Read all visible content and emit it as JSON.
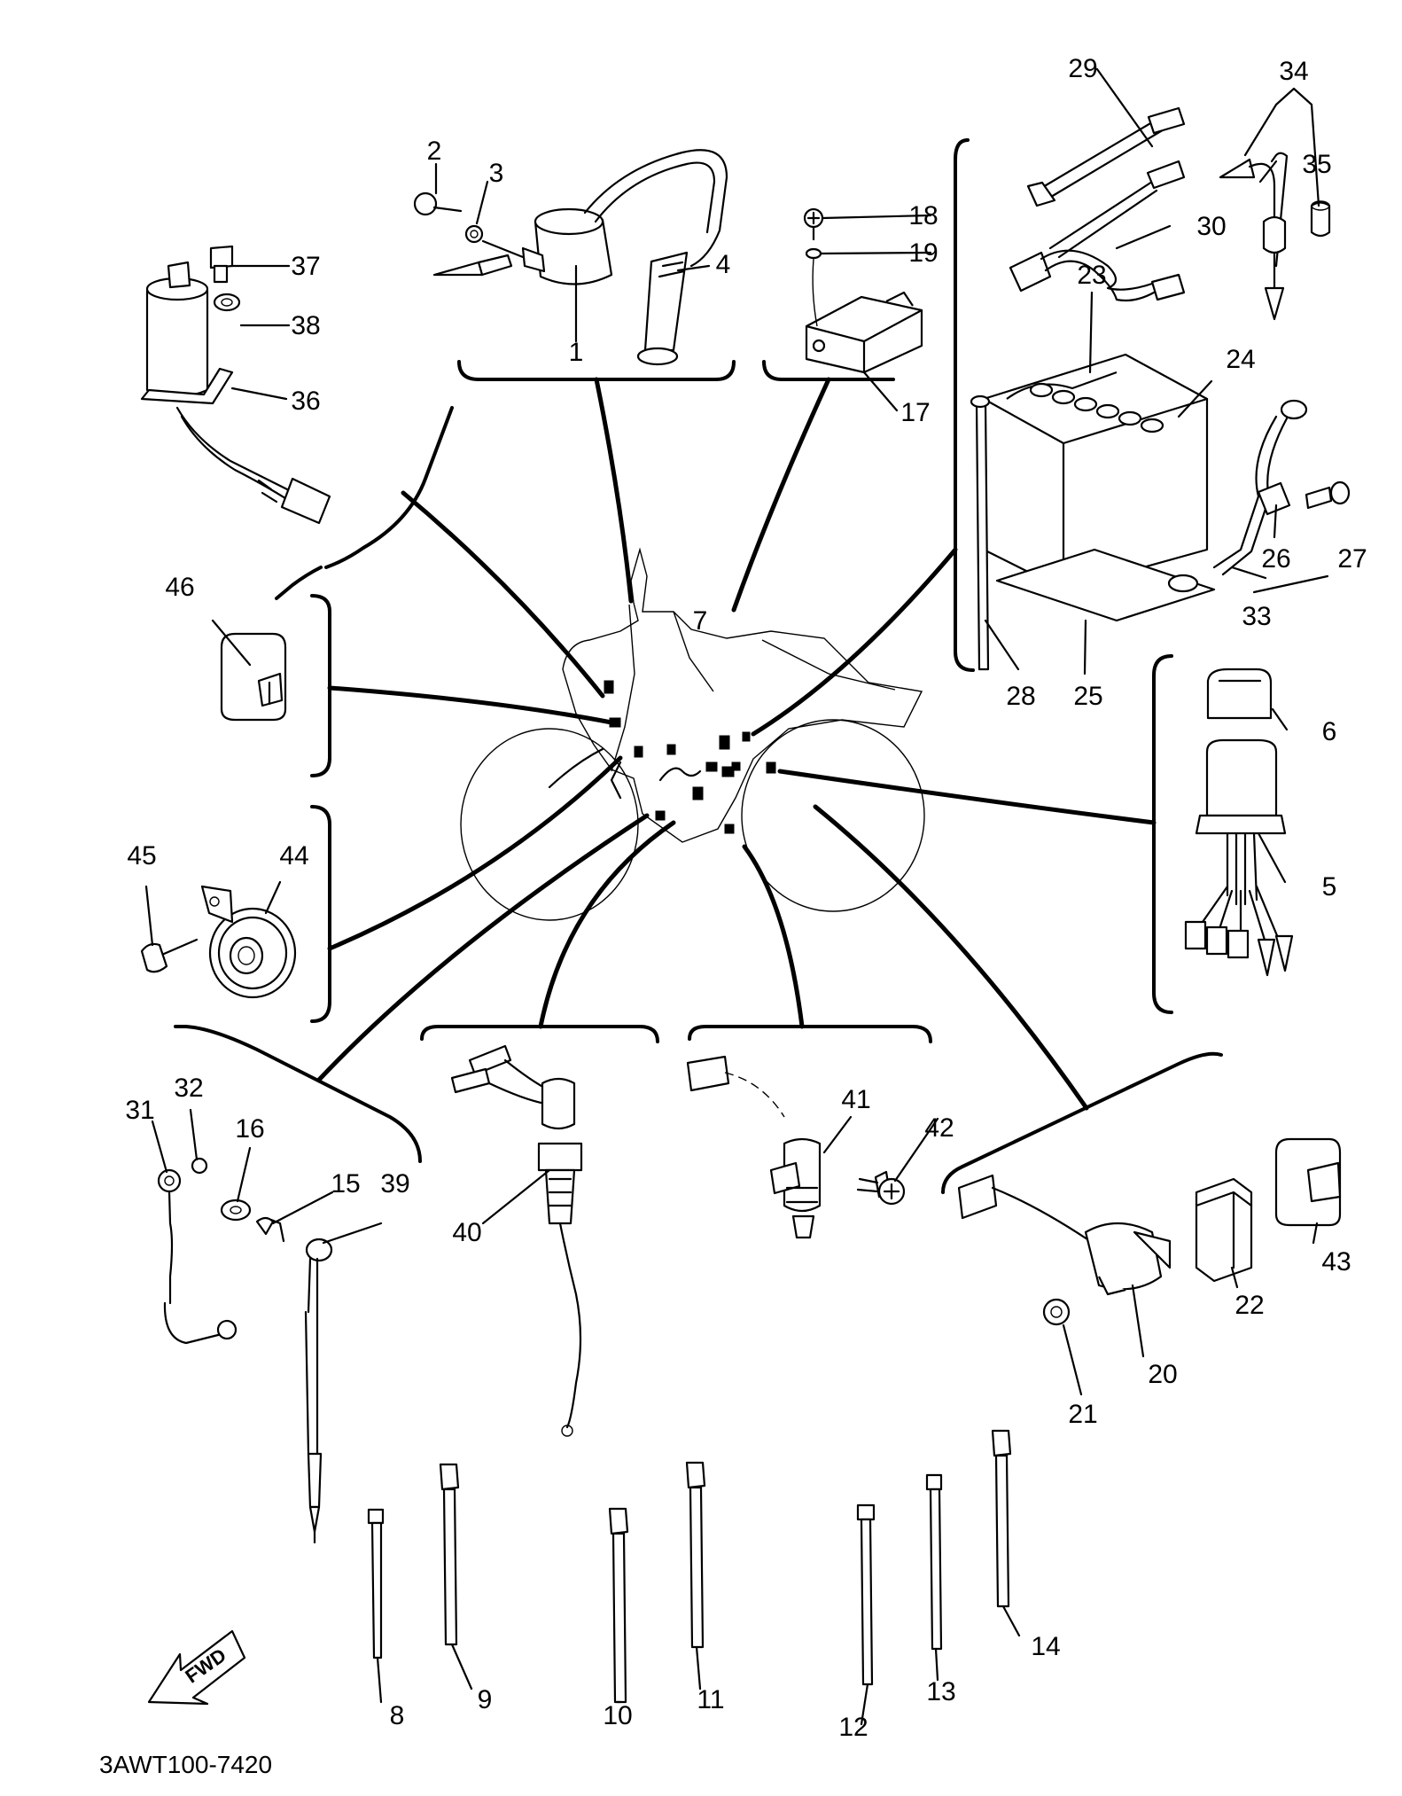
{
  "diagram_code": "3AWT100-7420",
  "fwd_label": "FWD",
  "callouts": {
    "n1": "1",
    "n2": "2",
    "n3": "3",
    "n4": "4",
    "n5": "5",
    "n6": "6",
    "n7": "7",
    "n8": "8",
    "n9": "9",
    "n10": "10",
    "n11": "11",
    "n12": "12",
    "n13": "13",
    "n14": "14",
    "n15": "15",
    "n16": "16",
    "n17": "17",
    "n18": "18",
    "n19": "19",
    "n20": "20",
    "n21": "21",
    "n22": "22",
    "n23": "23",
    "n24": "24",
    "n25": "25",
    "n26": "26",
    "n27": "27",
    "n28": "28",
    "n29": "29",
    "n30": "30",
    "n31": "31",
    "n32": "32",
    "n33": "33",
    "n34": "34",
    "n35": "35",
    "n36": "36",
    "n37": "37",
    "n38": "38",
    "n39": "39",
    "n40": "40",
    "n41": "41",
    "n42": "42",
    "n43": "43",
    "n44": "44",
    "n45": "45",
    "n46": "46"
  }
}
